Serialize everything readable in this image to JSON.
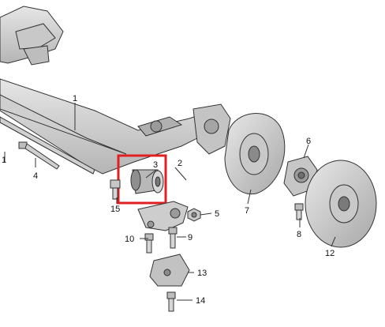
{
  "diagram": {
    "callouts": [
      {
        "id": "c1",
        "text": "1"
      },
      {
        "id": "c1b",
        "text": "1"
      },
      {
        "id": "c2",
        "text": "2"
      },
      {
        "id": "c3",
        "text": "3"
      },
      {
        "id": "c4",
        "text": "4"
      },
      {
        "id": "c5",
        "text": "5"
      },
      {
        "id": "c6",
        "text": "6"
      },
      {
        "id": "c7",
        "text": "7"
      },
      {
        "id": "c8",
        "text": "8"
      },
      {
        "id": "c9",
        "text": "9"
      },
      {
        "id": "c10",
        "text": "10"
      },
      {
        "id": "c12",
        "text": "12"
      },
      {
        "id": "c13",
        "text": "13"
      },
      {
        "id": "c14",
        "text": "14"
      },
      {
        "id": "c15",
        "text": "15"
      }
    ],
    "colors": {
      "part_fill": "#d9d9d9",
      "part_dark": "#9a9a9a",
      "outline": "#333333",
      "highlight": "#e02020"
    }
  }
}
